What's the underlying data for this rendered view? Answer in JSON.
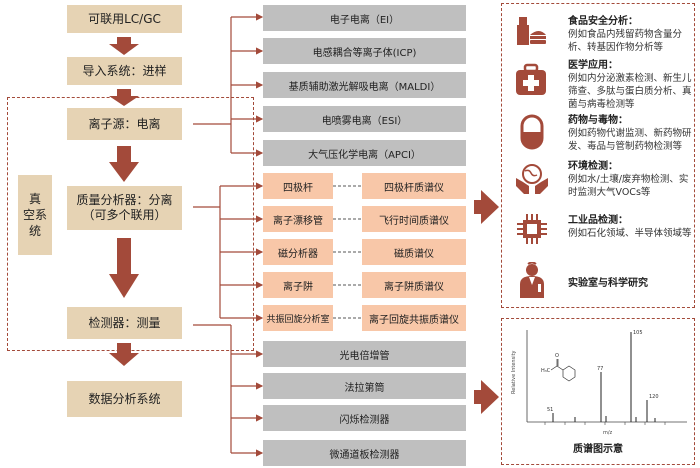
{
  "flow": {
    "lc_gc": "可联用LC/GC",
    "inlet": "导入系统：进样",
    "ion_source": "离子源：电离",
    "analyzer_line1": "质量分析器：分离",
    "analyzer_line2": "（可多个联用）",
    "detector": "检测器：测量",
    "data_system": "数据分析系统",
    "vacuum_line1": "真",
    "vacuum_line2": "空系",
    "vacuum_line3": "统"
  },
  "ion_sources": [
    "电子电离（EI）",
    "电感耦合等离子体(ICP)",
    "基质辅助激光解吸电离（MALDI）",
    "电喷雾电离（ESI）",
    "大气压化学电离（APCI）"
  ],
  "analyzers": [
    {
      "name": "四极杆",
      "ms": "四极杆质谱仪"
    },
    {
      "name": "离子漂移管",
      "ms": "飞行时间质谱仪"
    },
    {
      "name": "磁分析器",
      "ms": "磁质谱仪"
    },
    {
      "name": "离子阱",
      "ms": "离子阱质谱仪"
    },
    {
      "name": "共振回旋分析室",
      "ms": "离子回旋共振质谱仪"
    }
  ],
  "detectors": [
    "光电倍增管",
    "法拉第筒",
    "闪烁检测器",
    "微通道板检测器"
  ],
  "applications": [
    {
      "title": "食品安全分析：",
      "desc": "例如食品内残留药物含量分析、转基因作物分析等",
      "icon": "food-safety-icon"
    },
    {
      "title": "医学应用：",
      "desc": "例如内分泌激素检测、新生儿筛查、多肽与蛋白质分析、真菌与病毒检测等",
      "icon": "medical-kit-icon"
    },
    {
      "title": "药物与毒物：",
      "desc": "例如药物代谢监测、新药物研发、毒品与管制药物检测等",
      "icon": "capsule-icon"
    },
    {
      "title": "环境检测：",
      "desc": "例如水/土壤/废弃物检测、实时监测大气VOCs等",
      "icon": "environment-icon"
    },
    {
      "title": "工业品检测：",
      "desc": "例如石化领域、半导体领域等",
      "icon": "chip-icon"
    },
    {
      "title": "实验室与科学研究",
      "desc": "",
      "icon": "scientist-icon"
    }
  ],
  "spectrum": {
    "caption": "质谱图示意",
    "peak_labels": [
      "105",
      "77",
      "51",
      "120"
    ],
    "xlabel": "m/z"
  },
  "colors": {
    "accent": "#a34a3a",
    "flow_box": "#e6d3b4",
    "gray_box": "#bfbfbf",
    "peach_box": "#f8c7a8"
  }
}
